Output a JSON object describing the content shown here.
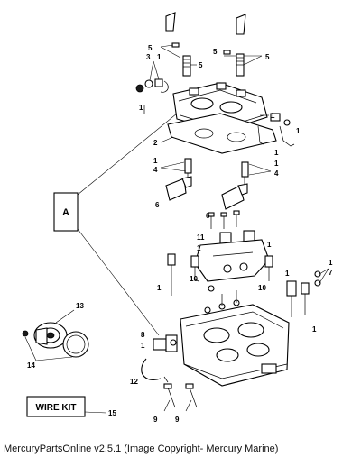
{
  "diagram": {
    "box_label": "A",
    "wire_kit_label": "WIRE KIT",
    "callouts": {
      "c1": "1",
      "c2": "2",
      "c3": "3",
      "c4": "4",
      "c5": "5",
      "c6": "6",
      "c7": "7",
      "c8": "8",
      "c9": "9",
      "c10": "10",
      "c11": "11",
      "c12": "12",
      "c13": "13",
      "c14": "14",
      "c15": "15"
    }
  },
  "footer": {
    "copyright": "MercuryPartsOnline v2.5.1 (Image Copyright- Mercury Marine)"
  }
}
